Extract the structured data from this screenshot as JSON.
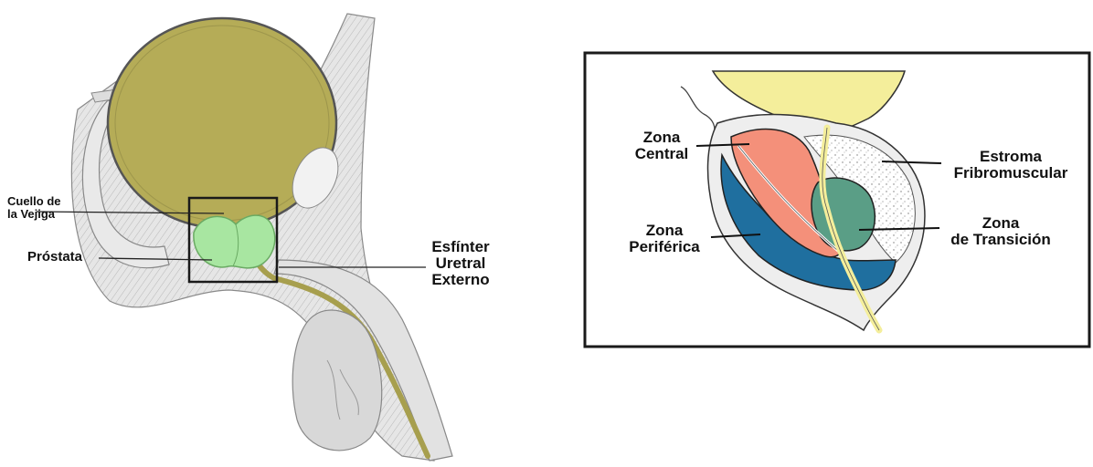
{
  "left_figure": {
    "labels": {
      "bladder_neck_line1": "Cuello de",
      "bladder_neck_line2": "la Vejiga",
      "prostate": "Próstata",
      "sphincter_line1": "Esfínter",
      "sphincter_line2": "Uretral",
      "sphincter_line3": "Externo"
    }
  },
  "right_figure": {
    "labels": {
      "central_line1": "Zona",
      "central_line2": "Central",
      "peripheral_line1": "Zona",
      "peripheral_line2": "Periférica",
      "stroma_line1": "Estroma",
      "stroma_line2": "Fribromuscular",
      "transition_line1": "Zona",
      "transition_line2": "de Transición"
    }
  },
  "colors": {
    "bladder": "#b5ac57",
    "prostate_green": "#a8e6a1",
    "central_zone": "#f4907a",
    "peripheral_zone": "#1f6f9f",
    "transition_zone": "#5a9e86",
    "urethra_yellow": "#f4ee9b"
  }
}
